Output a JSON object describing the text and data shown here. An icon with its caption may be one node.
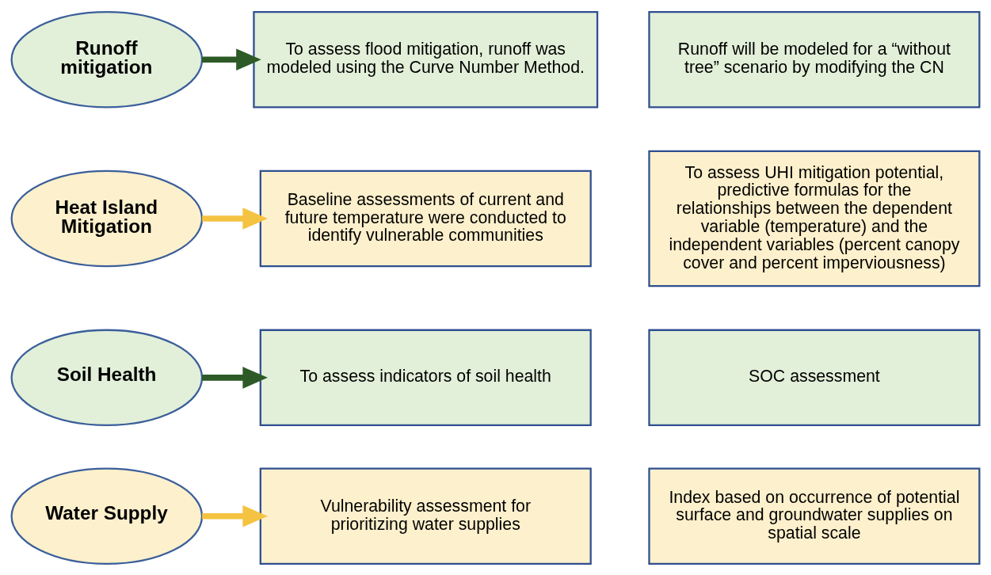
{
  "diagram": {
    "nodes": [
      {
        "text": [
          "Runoff mitigation"
        ]
      },
      {
        "text": [
          "To assess flood mitigation, runoff was modeled using the Curve Number Method."
        ]
      },
      {
        "text": [
          "Runoff will be modeled for a “without tree” scenario by modifying the CN"
        ]
      },
      {
        "text": [
          "Heat Island Mitigation"
        ]
      },
      {
        "text": [
          "Baseline assessments of current and future temperature were conducted to identify vulnerable communities"
        ]
      },
      {
        "text": [
          "To assess UHI mitigation potential, predictive formulas for the relationships between the dependent variable (temperature) and the independent variables (percent canopy cover and percent imperviousness)"
        ]
      },
      {
        "text": [
          "Soil Health"
        ]
      },
      {
        "text": [
          "To assess indicators of soil health"
        ]
      },
      {
        "text": [
          "SOC assessment"
        ]
      },
      {
        "text": [
          "Water Supply"
        ]
      },
      {
        "text": [
          "Vulnerability assessment for prioritizing water supplies"
        ]
      },
      {
        "text": [
          "Index based on occurrence of potential surface and groundwater supplies on spatial scale"
        ]
      }
    ],
    "edges": [
      {
        "from": 0,
        "to": 1,
        "arrow": "to",
        "color": "#2d5a27"
      },
      {
        "from": 3,
        "to": 4,
        "arrow": "to",
        "color": "#f5c342"
      },
      {
        "from": 6,
        "to": 7,
        "arrow": "to",
        "color": "#2d5a27"
      },
      {
        "from": 9,
        "to": 10,
        "arrow": "to",
        "color": "#f5c342"
      }
    ]
  }
}
